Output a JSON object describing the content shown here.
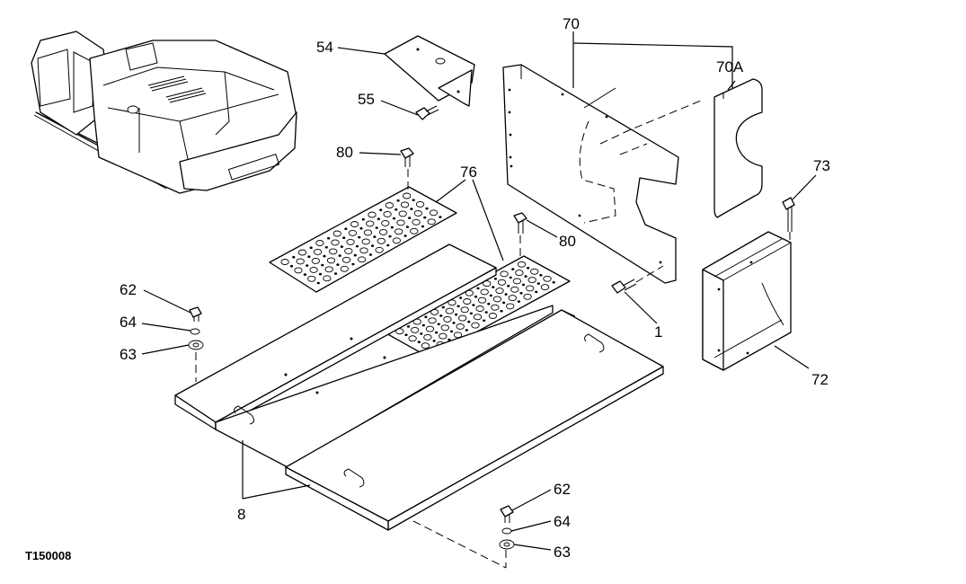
{
  "figure_id": "T150008",
  "callouts": {
    "c70": "70",
    "c70a": "70A",
    "c54": "54",
    "c55": "55",
    "c80_top": "80",
    "c76": "76",
    "c80_mid": "80",
    "c73": "73",
    "c1": "1",
    "c62_left": "62",
    "c64_left": "64",
    "c63_left": "63",
    "c72": "72",
    "c8": "8",
    "c62_bottom": "62",
    "c64_bottom": "64",
    "c63_bottom": "63"
  }
}
